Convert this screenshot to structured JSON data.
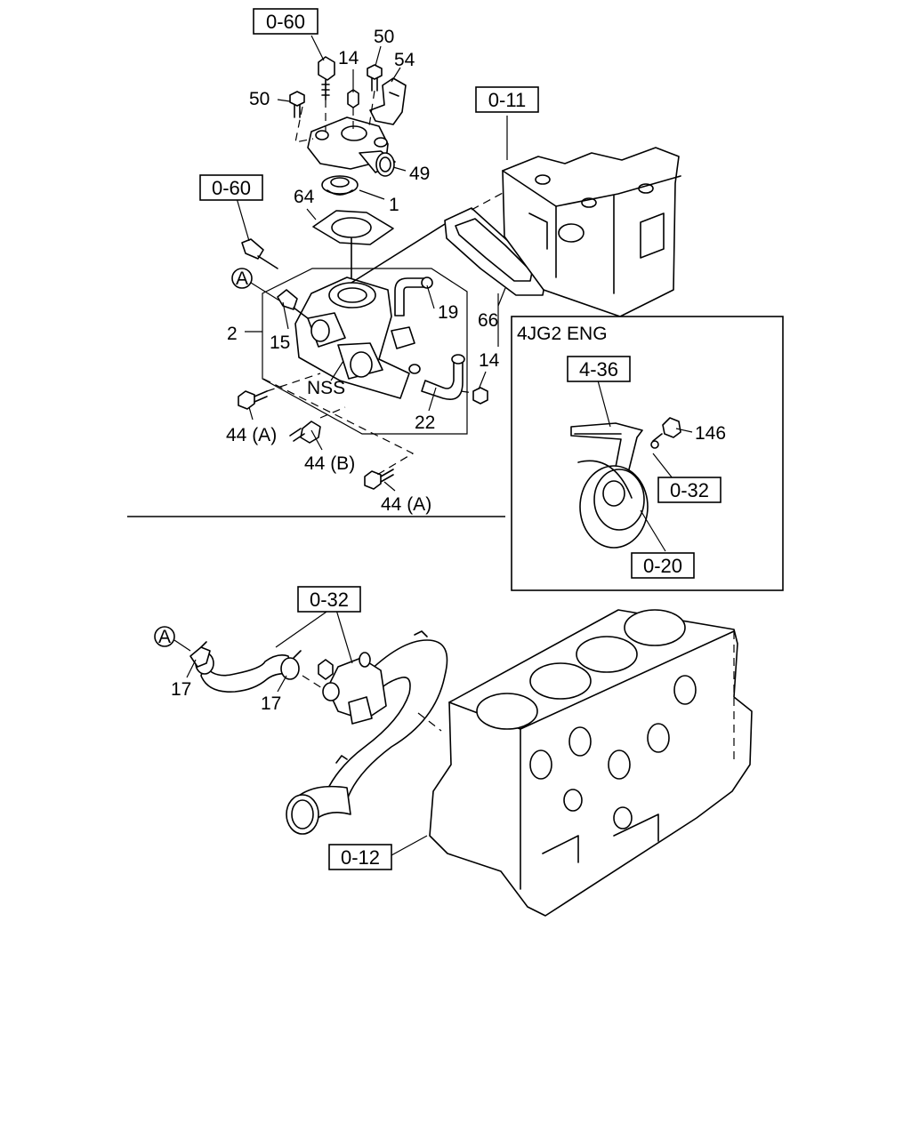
{
  "refs": {
    "r060_top": "0-60",
    "r060_mid": "0-60",
    "r011": "0-11",
    "r436": "4-36",
    "r032_inset": "0-32",
    "r020": "0-20",
    "r032_lower": "0-32",
    "r012": "0-12"
  },
  "parts": {
    "p50_right": "50",
    "p14_top": "14",
    "p54": "54",
    "p50_left": "50",
    "p49": "49",
    "p64": "64",
    "p1": "1",
    "p19": "19",
    "p66": "66",
    "p2": "2",
    "p15": "15",
    "p14_right": "14",
    "nss": "NSS",
    "p22": "22",
    "p44a_1": "44 (A)",
    "p44b": "44 (B)",
    "p44a_2": "44 (A)",
    "p146": "146",
    "p17_left": "17",
    "p17_mid": "17"
  },
  "callouts": {
    "a_upper": "A",
    "a_lower": "A"
  },
  "inset": {
    "title": "4JG2 ENG"
  }
}
